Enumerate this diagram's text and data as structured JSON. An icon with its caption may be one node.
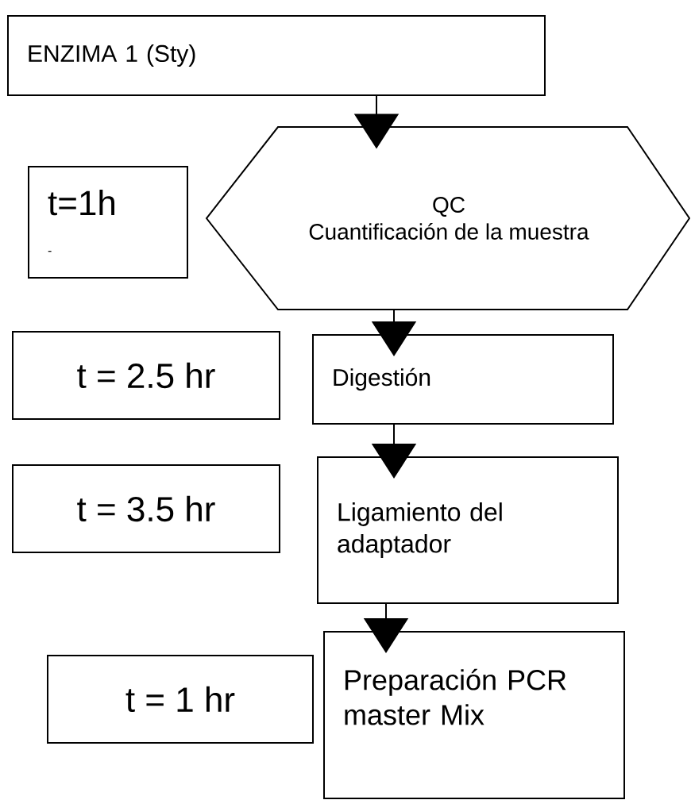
{
  "diagram": {
    "nodes": [
      {
        "text": [
          "ENZIMA 1 (Sty)"
        ]
      },
      {
        "text": [
          "t=1h",
          "-"
        ]
      },
      {
        "text": [
          "QC",
          "Cuantificación de la muestra"
        ]
      },
      {
        "text": [
          "t = 2.5 hr"
        ]
      },
      {
        "text": [
          "Digestión"
        ]
      },
      {
        "text": [
          "t = 3.5 hr"
        ]
      },
      {
        "text": [
          "Ligamiento del adaptador"
        ]
      },
      {
        "text": [
          "t = 1 hr"
        ]
      },
      {
        "text": [
          "Preparación PCR master Mix"
        ]
      }
    ],
    "edges": [
      {
        "from": 0,
        "to": 2,
        "arrow": "to"
      },
      {
        "from": 2,
        "to": 4,
        "arrow": "to"
      },
      {
        "from": 4,
        "to": 6,
        "arrow": "to"
      },
      {
        "from": 6,
        "to": 8,
        "arrow": "to"
      }
    ]
  }
}
